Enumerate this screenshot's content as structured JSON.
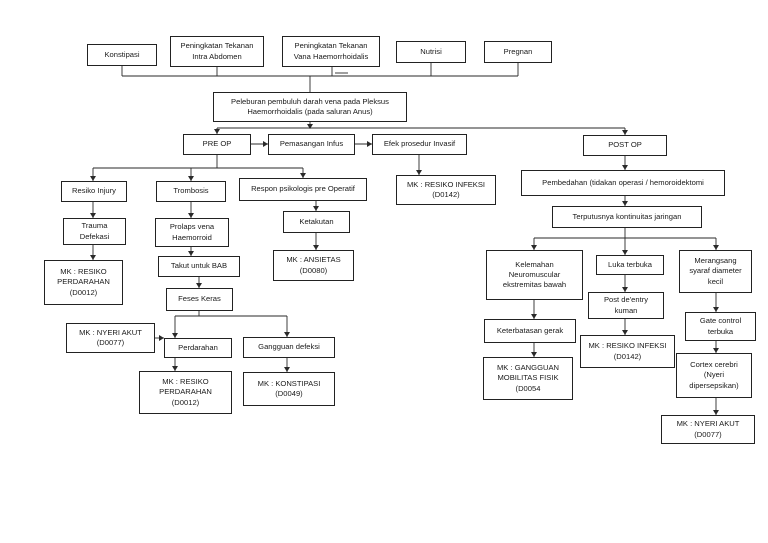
{
  "diagram": {
    "nodes": {
      "konstipasi": "Konstipasi",
      "peningkatan_abdomen": "Peningkatan Tekanan\nIntra Abdomen",
      "peningkatan_vena": "Peningkatan Tekanan\nVana Haemorrhoidalis",
      "nutrisi": "Nutrisi",
      "pregnan": "Pregnan",
      "peleburan": "Peleburan pembuluh darah vena pada Pleksus\nHaemorrhoidalis (pada saluran Anus)",
      "pre_op": "PRE OP",
      "pemasangan_infus": "Pemasangan Infus",
      "efek_prosedur": "Efek prosedur Invasif",
      "post_op": "POST OP",
      "mk_infeksi_1": "MK : RESIKO INFEKSI\n(D0142)",
      "resiko_injury": "Resiko Injury",
      "trombosis": "Trombosis",
      "respon_psikologis": "Respon psikologis pre Operatif",
      "trauma_defekasi": "Trauma\nDefekasi",
      "prolaps": "Prolaps vena\nHaemorroid",
      "ketakutan": "Ketakutan",
      "mk_perdarahan_1": "MK : RESIKO\nPERDARAHAN\n(D0012)",
      "takut_bab": "Takut untuk BAB",
      "mk_ansietas": "MK : ANSIETAS\n(D0080)",
      "feses_keras": "Feses Keras",
      "mk_nyeri_1": "MK : NYERI AKUT\n(D0077)",
      "perdarahan": "Perdarahan",
      "gangguan_defeksi": "Gangguan defeksi",
      "mk_perdarahan_2": "MK : RESIKO\nPERDARAHAN\n(D0012)",
      "mk_konstipasi": "MK : KONSTIPASI\n(D0049)",
      "pembedahan": "Pembedahan (tidakan operasi / hemoroidektomi",
      "terputusnya": "Terputusnya kontinuitas jaringan",
      "kelemahan": "Kelemahan\nNeuromuscular\nekstremitas bawah",
      "luka_terbuka": "Luka terbuka",
      "merangsang": "Merangsang\nsyaraf diameter\nkecil",
      "post_entry": "Post de'entry\nkuman",
      "gate_control": "Gate control\nterbuka",
      "keterbatasan": "Keterbatasan gerak",
      "mk_infeksi_2": "MK : RESIKO INFEKSI\n(D0142)",
      "cortex": "Cortex cerebri\n(Nyeri\ndipersepsikan)",
      "mk_mobilitas": "MK : GANGGUAN\nMOBILITAS FISIK\n(D0054",
      "mk_nyeri_2": "MK : NYERI AKUT\n(D0077)"
    },
    "colors": {
      "line": "#2a2a2a",
      "border": "#222222",
      "text": "#1a1a1a",
      "background": "#ffffff"
    }
  }
}
